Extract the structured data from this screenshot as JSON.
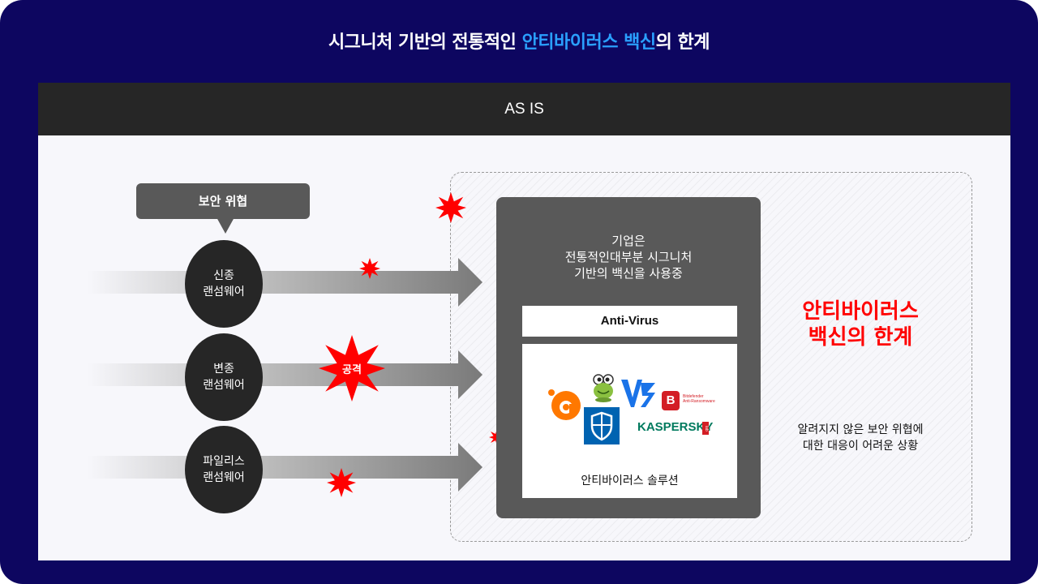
{
  "header": {
    "title_pre": "시그니처 기반의 전통적인 ",
    "title_highlight": "안티바이러스 백신",
    "title_post": "의 한계"
  },
  "panel": {
    "label": "AS IS"
  },
  "threat_box": {
    "label": "보안 위협"
  },
  "ransomware": [
    {
      "line1": "신종",
      "line2": "랜섬웨어"
    },
    {
      "line1": "변종",
      "line2": "랜섬웨어"
    },
    {
      "line1": "파일리스",
      "line2": "랜섬웨어"
    }
  ],
  "attack_label": "공격",
  "company": {
    "line1": "기업은",
    "line2": "전통적인대부분 시그니처",
    "line3": "기반의 백신을 사용중",
    "av_label": "Anti-Virus",
    "solution_caption": "안티바이러스 솔루션"
  },
  "logos": {
    "kaspersky": "KASPERSKY",
    "kaspersky_suffix": "lab",
    "bitdefender": "B",
    "bitdefender_text1": "Bitdefender",
    "bitdefender_text2": "Anti-Ransomware"
  },
  "limitation": {
    "title1": "안티바이러스",
    "title2": "백신의 한계",
    "desc1": "알려지지 않은 보안 위협에",
    "desc2": "대한 대응이 어려운 상황"
  },
  "colors": {
    "background": "#0d0660",
    "highlight": "#2aa0ff",
    "alert": "#ff0000",
    "dark_box": "#595959"
  }
}
